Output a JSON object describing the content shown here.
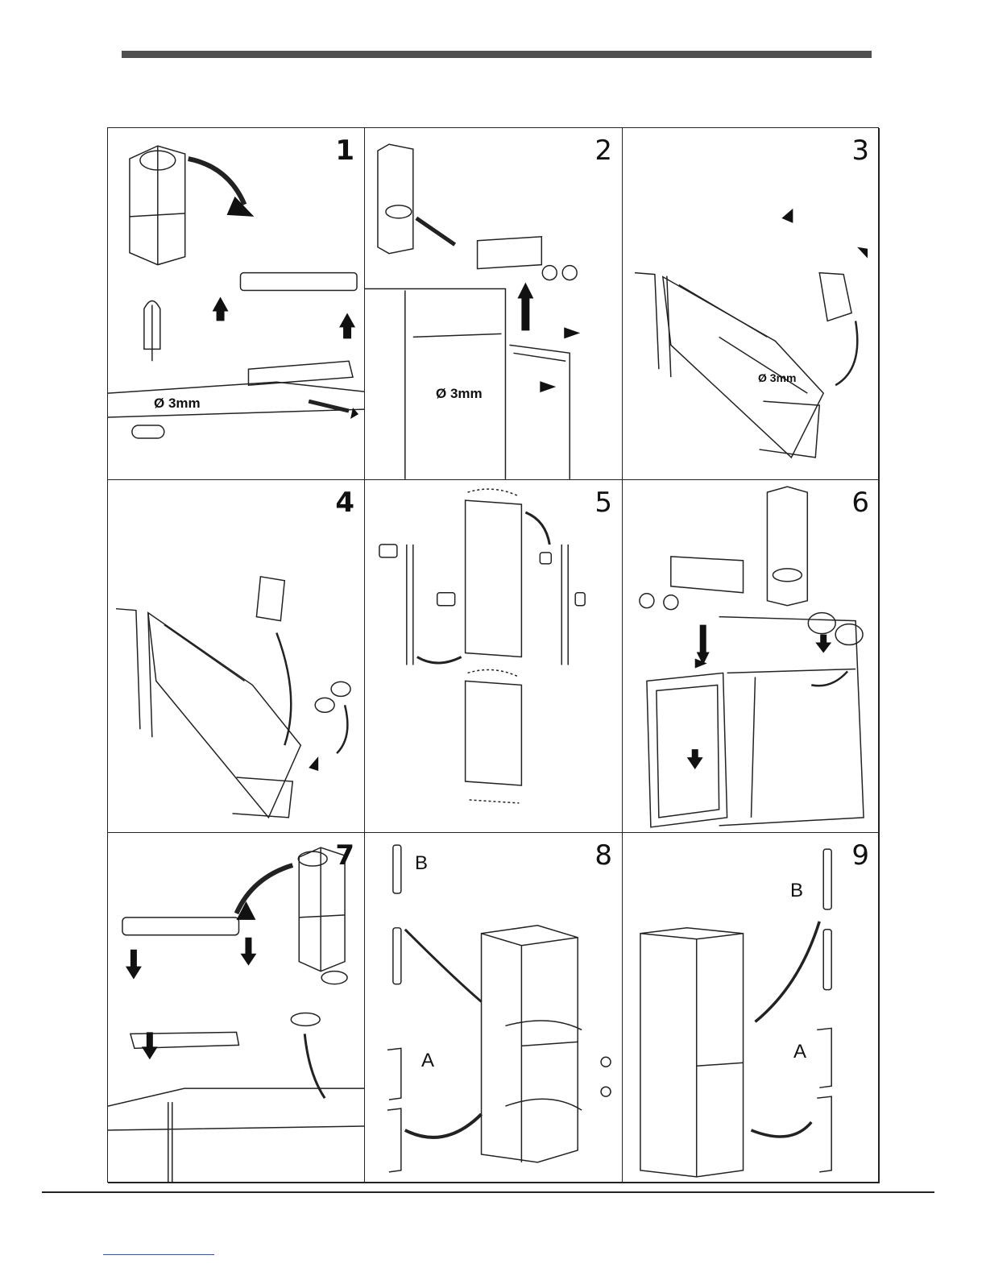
{
  "steps": [
    {
      "num": "1",
      "label": "Ø 3mm"
    },
    {
      "num": "2",
      "label": "Ø 3mm"
    },
    {
      "num": "3",
      "label": "Ø 3mm"
    },
    {
      "num": "4"
    },
    {
      "num": "5"
    },
    {
      "num": "6"
    },
    {
      "num": "7"
    },
    {
      "num": "8",
      "letters": [
        "B",
        "A"
      ]
    },
    {
      "num": "9",
      "letters": [
        "B",
        "A"
      ]
    }
  ],
  "colors": {
    "rule": "#505050",
    "line": "#222222",
    "link": "#2a4fd6"
  }
}
